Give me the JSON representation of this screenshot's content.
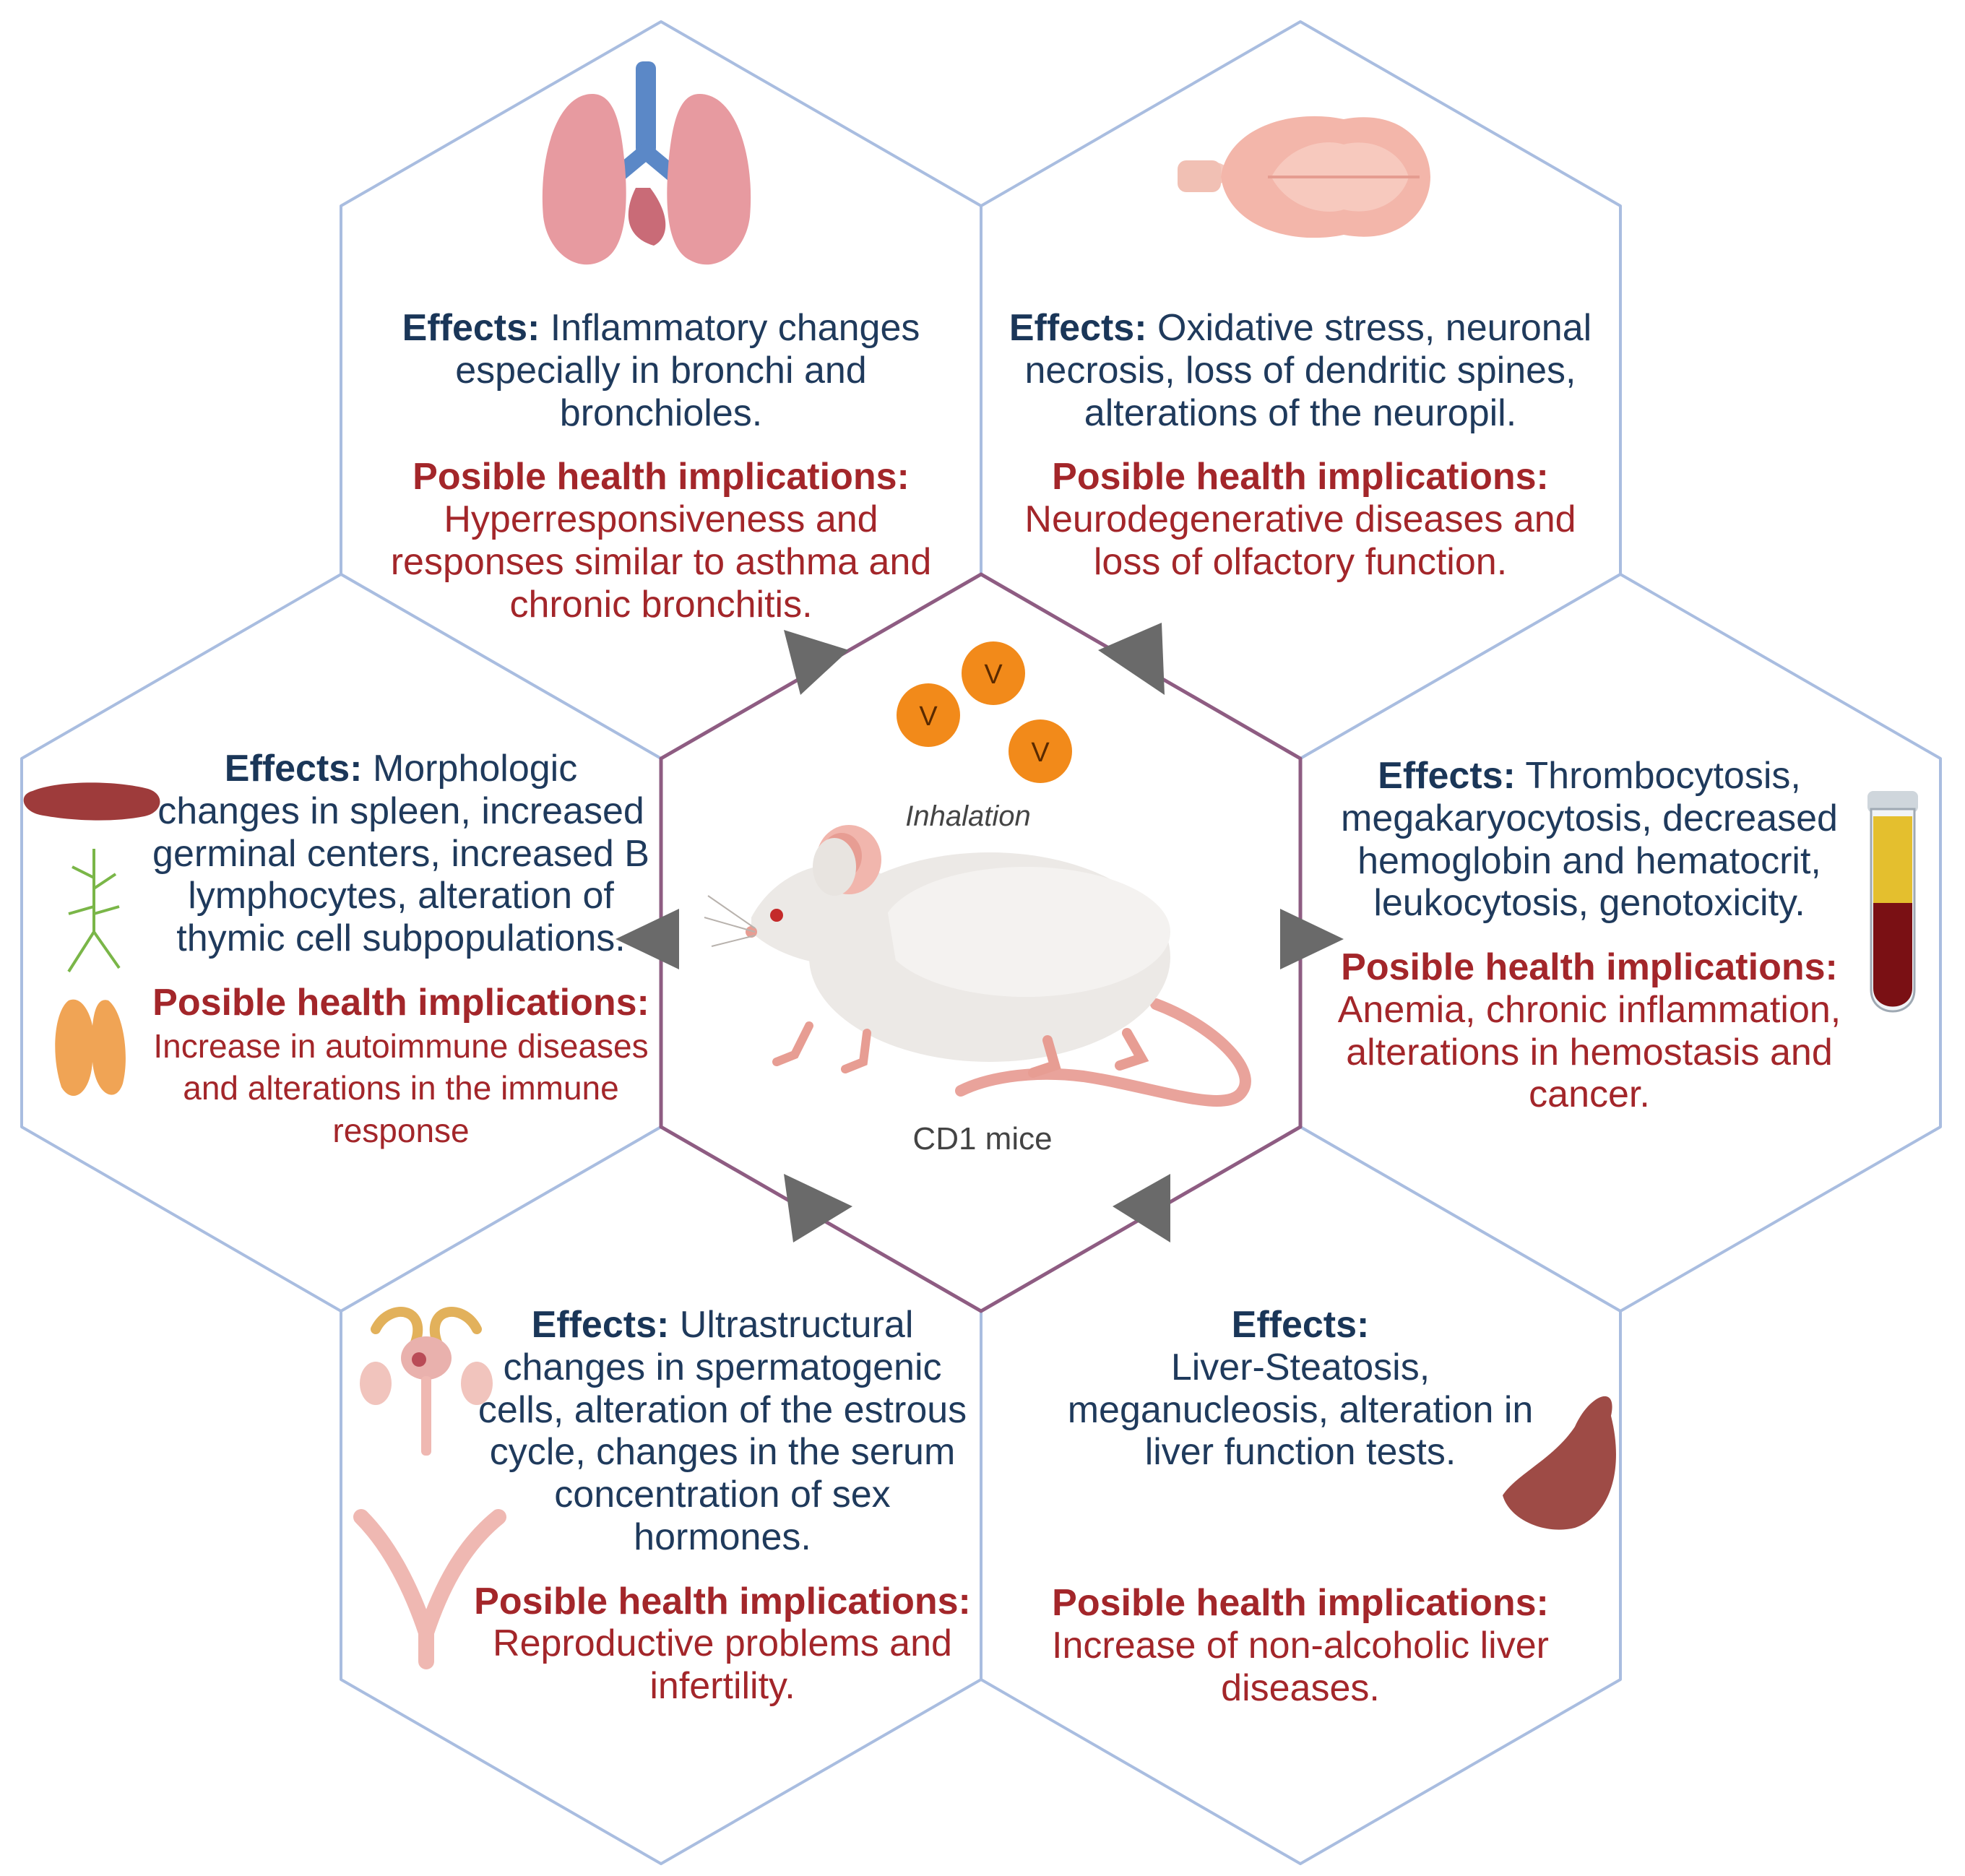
{
  "colors": {
    "hex_border": "#a9bde0",
    "center_border": "#8e5c82",
    "effects_text": "#1f3a5c",
    "implications_text": "#a3262a",
    "arrow": "#6a6a6a",
    "particle": "#f28a1a"
  },
  "center": {
    "particle_letter": "V",
    "inhalation_label": "Inhalation",
    "mouse_label": "CD1 mice"
  },
  "panels": {
    "lungs": {
      "icon": "lungs-icon",
      "effects_label": "Effects:",
      "effects_text": " Inflammatory changes especially in bronchi and bronchioles.",
      "implications_label": "Posible health implications:",
      "implications_text": " Hyperresponsiveness and responses similar to asthma and chronic bronchitis."
    },
    "brain": {
      "icon": "brain-icon",
      "effects_label": "Effects:",
      "effects_text": " Oxidative stress, neuronal necrosis, loss of dendritic spines, alterations of the neuropil.",
      "implications_label": "Posible health implications:",
      "implications_text": " Neurodegenerative diseases and loss of olfactory function."
    },
    "immune": {
      "icons": [
        "spleen-icon",
        "lymph-vessels-icon",
        "thymus-icon"
      ],
      "effects_label": "Effects:",
      "effects_text": " Morphologic changes in spleen, increased germinal centers, increased B lymphocytes, alteration of thymic cell subpopulations.",
      "implications_label": "Posible health implications:",
      "implications_text": " Increase in autoimmune diseases and alterations in the immune response"
    },
    "blood": {
      "icon": "blood-tube-icon",
      "effects_label": "Effects:",
      "effects_text": " Thrombocytosis, megakaryocytosis, decreased hemoglobin and hematocrit, leukocytosis, genotoxicity.",
      "implications_label": "Posible health implications:",
      "implications_text": " Anemia, chronic inflammation, alterations in hemostasis and cancer."
    },
    "reproductive": {
      "icons": [
        "male-reproductive-icon",
        "uterus-icon"
      ],
      "effects_label": "Effects:",
      "effects_text": " Ultrastructural changes in spermatogenic cells, alteration of the estrous cycle, changes in the serum concentration of sex hormones.",
      "implications_label": "Posible health implications:",
      "implications_text": " Reproductive problems and infertility."
    },
    "liver": {
      "icon": "liver-icon",
      "effects_label": "Effects:",
      "effects_text": "Liver-Steatosis, meganucleosis, alteration in liver function tests.",
      "implications_label": "Posible health implications:",
      "implications_text": " Increase of non-alcoholic liver diseases."
    }
  }
}
